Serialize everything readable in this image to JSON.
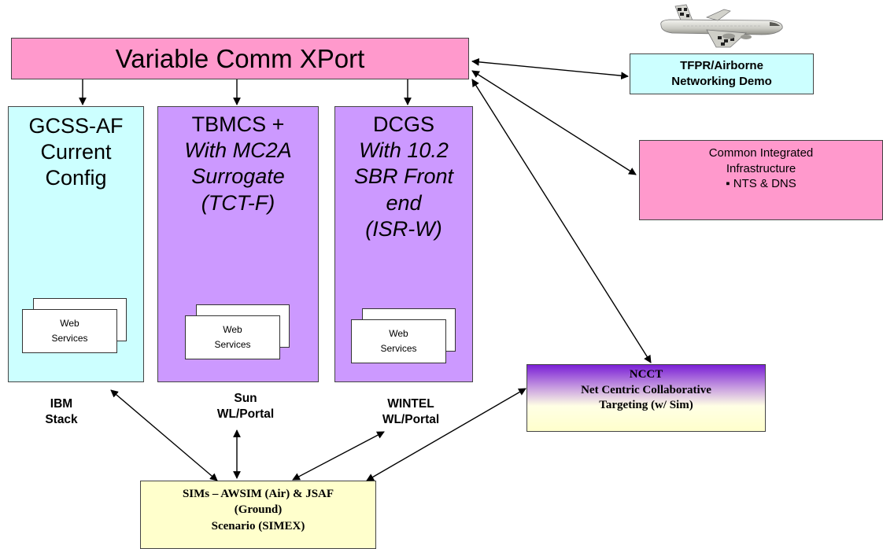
{
  "xport": {
    "label": "Variable Comm XPort"
  },
  "columns": {
    "gcss": {
      "line1": "GCSS-AF",
      "line2": "Current",
      "line3": "Config"
    },
    "tbmcs": {
      "title": "TBMCS +",
      "sub1": "With MC2A",
      "sub2": "Surrogate",
      "sub3": "(TCT-F)"
    },
    "dcgs": {
      "title": "DCGS",
      "sub1": "With 10.2",
      "sub2": "SBR Front",
      "sub3": "end",
      "sub4": "(ISR-W)"
    }
  },
  "web_services": {
    "line1": "Web",
    "line2": "Services"
  },
  "platforms": {
    "gcss": {
      "line1": "IBM",
      "line2": "Stack"
    },
    "tbmcs": {
      "line1": "Sun",
      "line2": "WL/Portal"
    },
    "dcgs": {
      "line1": "WINTEL",
      "line2": "WL/Portal"
    }
  },
  "tfpr": {
    "line1": "TFPR/Airborne",
    "line2": "Networking Demo"
  },
  "cii": {
    "line1": "Common Integrated",
    "line2": "Infrastructure",
    "line3": "▪ NTS & DNS"
  },
  "ncct": {
    "line1": "NCCT",
    "line2": "Net Centric Collaborative",
    "line3": "Targeting (w/ Sim)"
  },
  "sims": {
    "line1": "SIMs – AWSIM (Air) & JSAF",
    "line2": "(Ground)",
    "line3": "Scenario (SIMEX)"
  },
  "colors": {
    "pink": "#ff99cc",
    "cyan": "#ccffff",
    "purple": "#cc99ff",
    "yellow": "#ffffcc",
    "ncct_top": "#7a1fd6",
    "arrow": "#000000"
  }
}
